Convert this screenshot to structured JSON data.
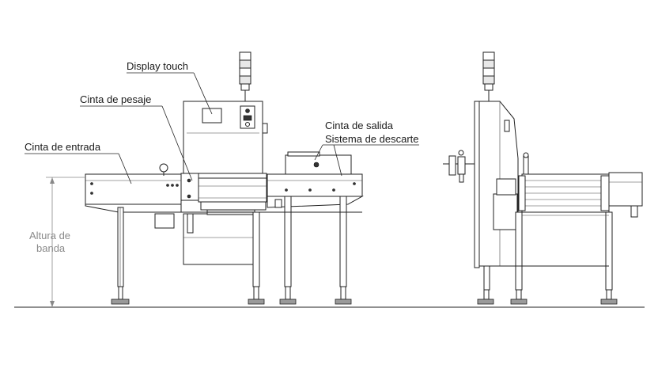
{
  "labels": {
    "display_touch": "Display touch",
    "cinta_pesaje": "Cinta de pesaje",
    "cinta_entrada": "Cinta de entrada",
    "cinta_salida": "Cinta de salida",
    "sistema_descarte": "Sistema de descarte",
    "altura_line1": "Altura de",
    "altura_line2": "banda"
  }
}
